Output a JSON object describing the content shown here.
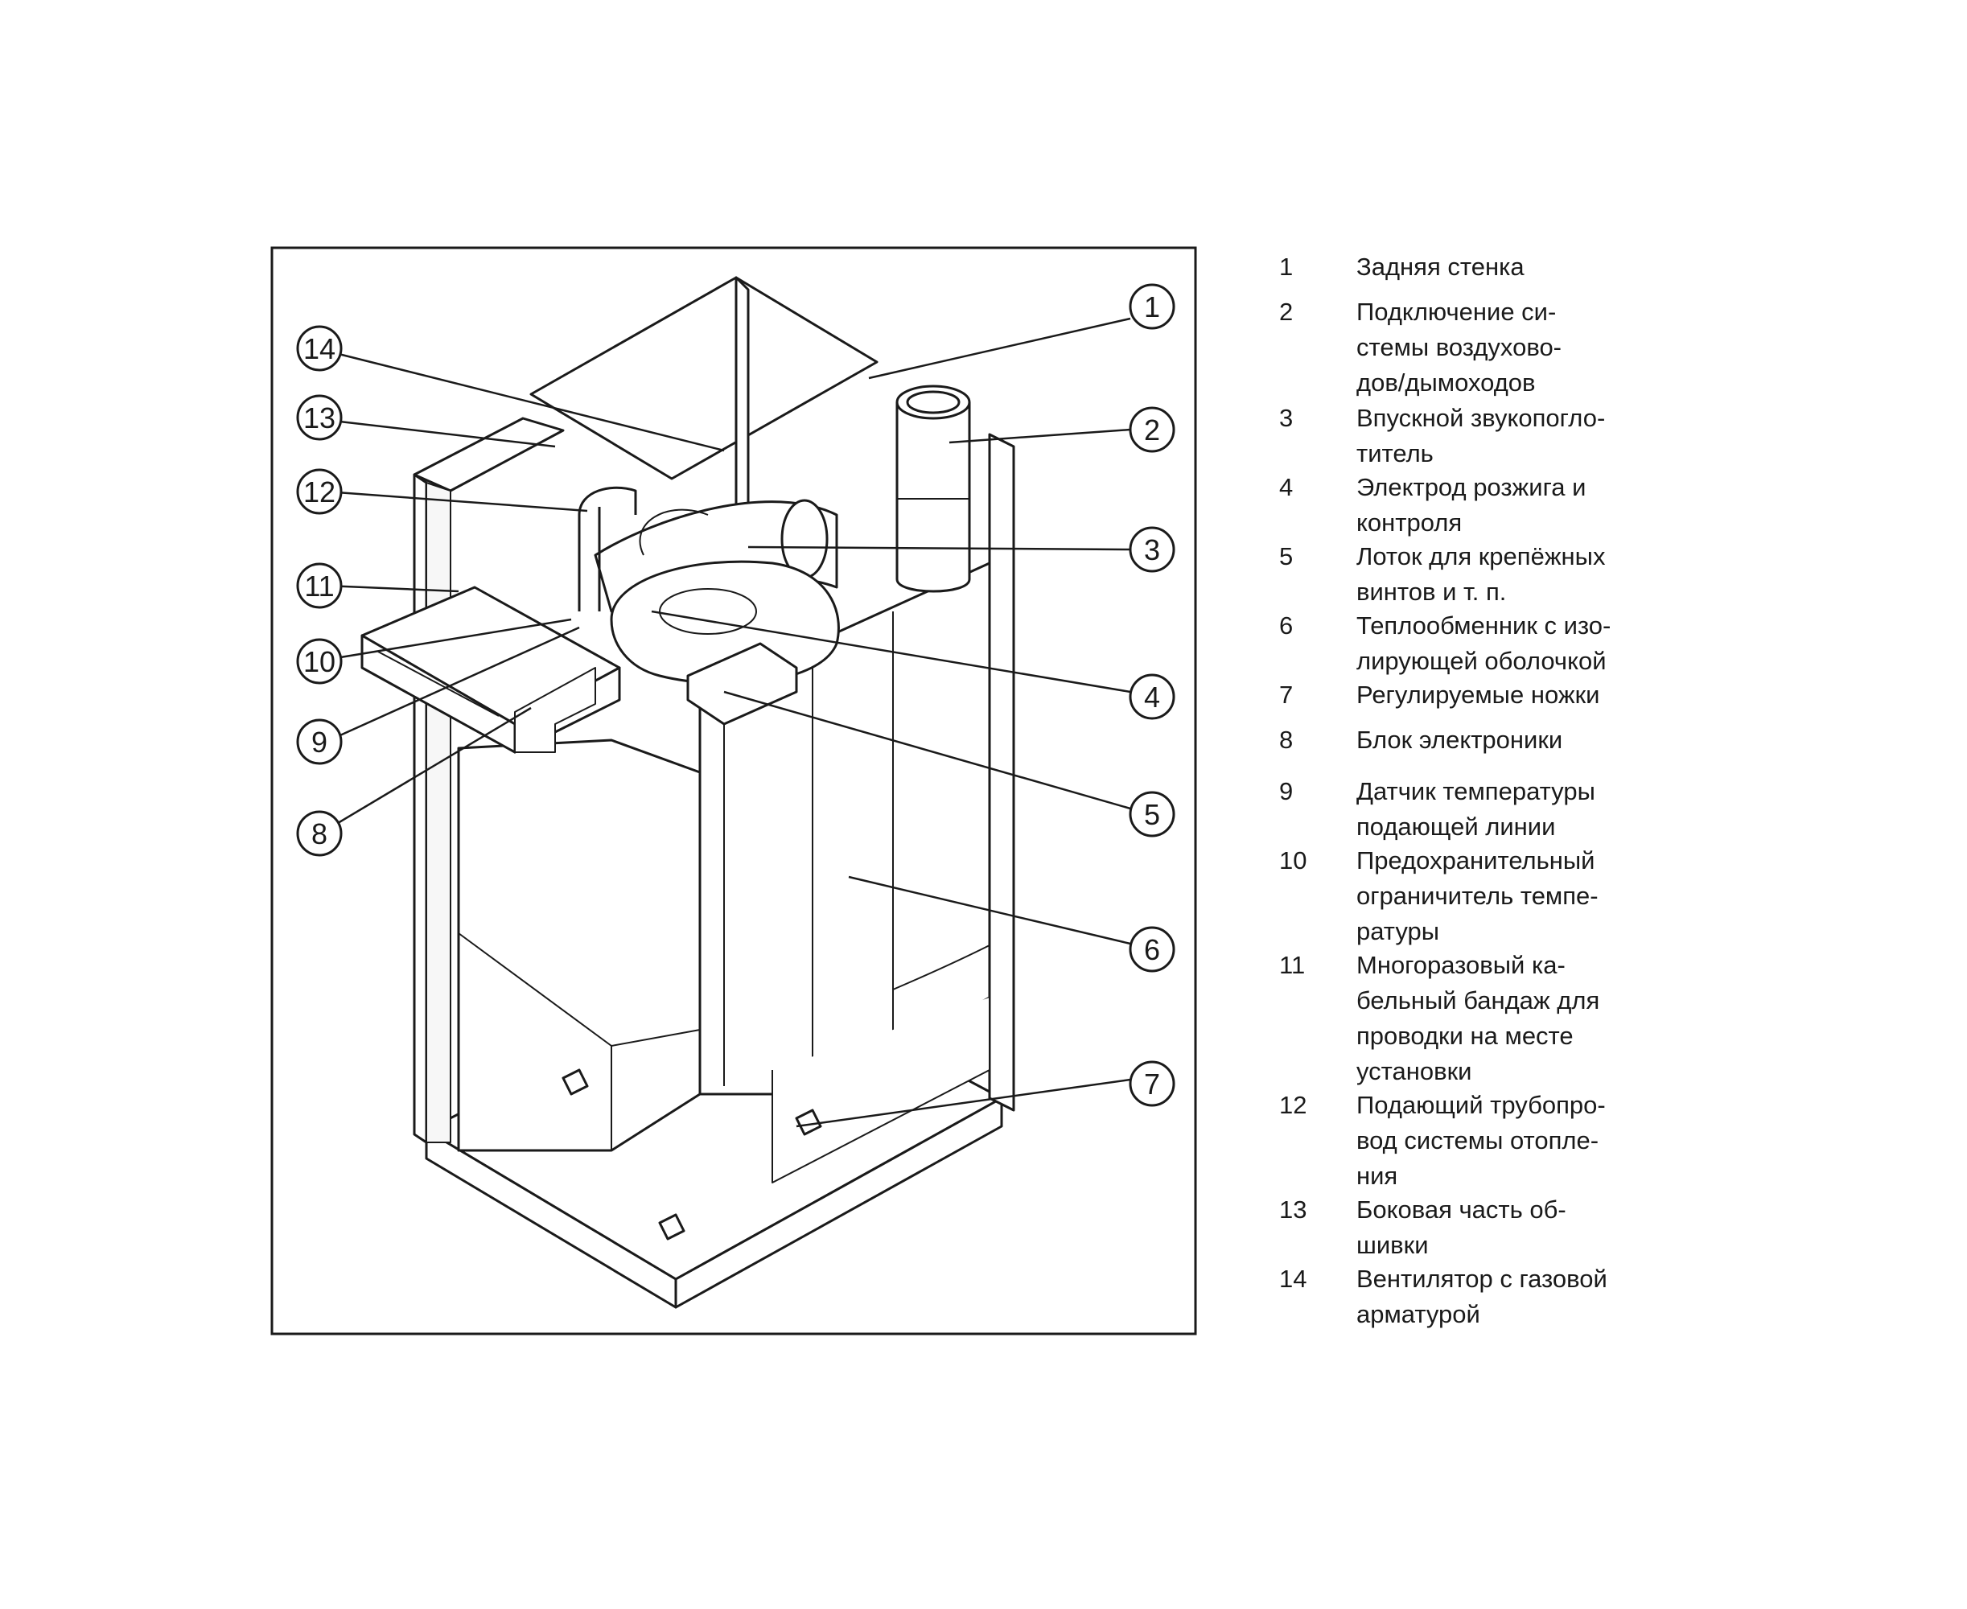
{
  "callouts": [
    {
      "id": 1,
      "label": "1"
    },
    {
      "id": 2,
      "label": "2"
    },
    {
      "id": 3,
      "label": "3"
    },
    {
      "id": 4,
      "label": "4"
    },
    {
      "id": 5,
      "label": "5"
    },
    {
      "id": 6,
      "label": "6"
    },
    {
      "id": 7,
      "label": "7"
    },
    {
      "id": 8,
      "label": "8"
    },
    {
      "id": 9,
      "label": "9"
    },
    {
      "id": 10,
      "label": "10"
    },
    {
      "id": 11,
      "label": "11"
    },
    {
      "id": 12,
      "label": "12"
    },
    {
      "id": 13,
      "label": "13"
    },
    {
      "id": 14,
      "label": "14"
    }
  ],
  "legend": [
    {
      "num": "1",
      "text": "Задняя стенка"
    },
    {
      "num": "2",
      "text": "Подключение си-\nстемы воздухово-\nдов/дымоходов"
    },
    {
      "num": "3",
      "text": "Впускной звукопогло-\nтитель"
    },
    {
      "num": "4",
      "text": "Электрод розжига и\nконтроля"
    },
    {
      "num": "5",
      "text": "Лоток для крепёжных\nвинтов и т. п."
    },
    {
      "num": "6",
      "text": "Теплообменник с изо-\nлирующей оболочкой"
    },
    {
      "num": "7",
      "text": "Регулируемые ножки"
    },
    {
      "num": "8",
      "text": "Блок электроники"
    },
    {
      "num": "9",
      "text": "Датчик температуры\nподающей линии"
    },
    {
      "num": "10",
      "text": "Предохранительный\nограничитель темпе-\nратуры"
    },
    {
      "num": "11",
      "text": "Многоразовый ка-\nбельный бандаж для\nпроводки на месте\nустановки"
    },
    {
      "num": "12",
      "text": "Подающий трубопро-\nвод системы отопле-\nния"
    },
    {
      "num": "13",
      "text": "Боковая часть об-\nшивки"
    },
    {
      "num": "14",
      "text": "Вентилятор с газовой\nарматурой"
    }
  ]
}
